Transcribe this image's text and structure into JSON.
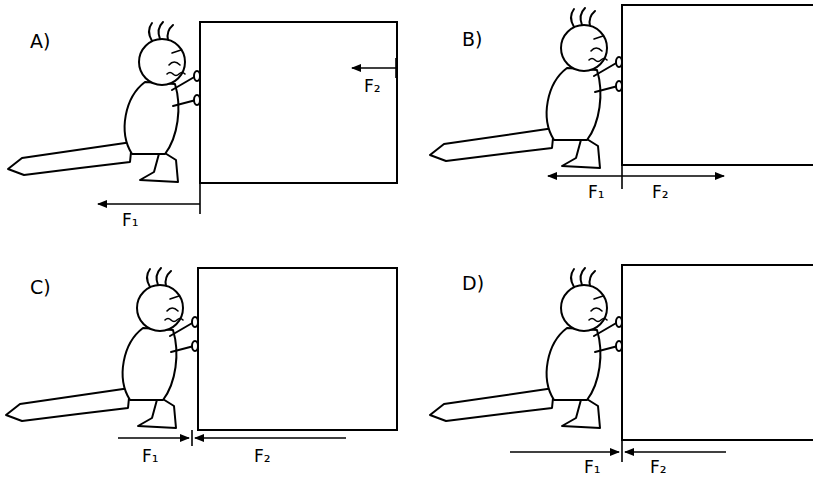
{
  "diagram": {
    "labels": [
      "A)",
      "F₂",
      "F₁",
      "B)",
      "F₁",
      "F₂",
      "C)",
      "F₁",
      "F₂",
      "D)",
      "F₁",
      "F₂"
    ]
  }
}
